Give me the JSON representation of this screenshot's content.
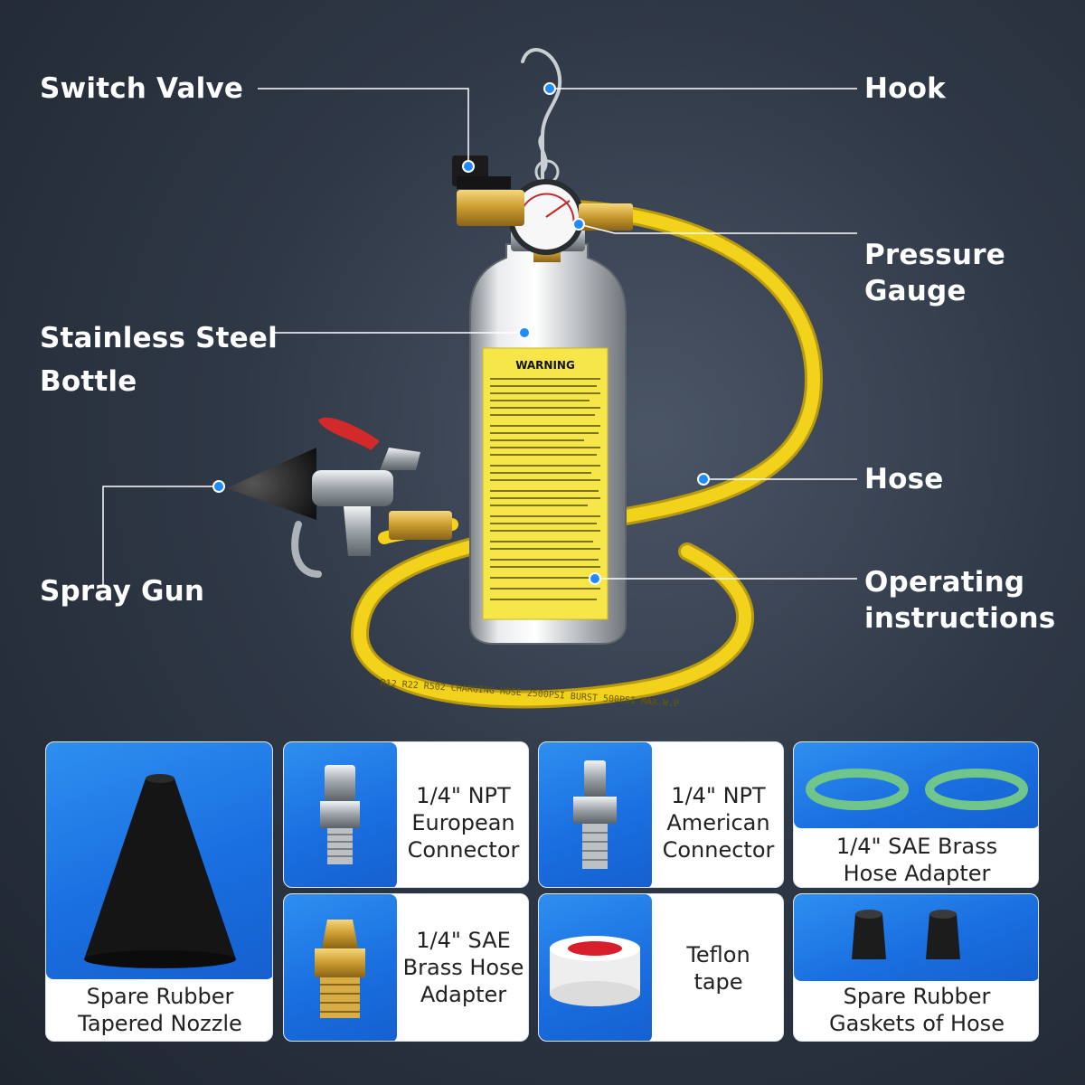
{
  "callouts": {
    "switch_valve": "Switch Valve",
    "hook": "Hook",
    "pressure_gauge_line1": "Pressure",
    "pressure_gauge_line2": "Gauge",
    "bottle_line1": "Stainless Steel",
    "bottle_line2": "Bottle",
    "hose": "Hose",
    "spray_gun": "Spray Gun",
    "instructions_line1": "Operating",
    "instructions_line2": "instructions"
  },
  "product": {
    "warning_label": "WARNING",
    "hose_print": "R12  R22  R502  CHARGING  HOSE  2500PSI  BURST  500PSI  MAX.W.P"
  },
  "accessories": {
    "nozzle": {
      "line1": "Spare Rubber",
      "line2": "Tapered Nozzle"
    },
    "euro_connector": {
      "line1": "1/4\" NPT",
      "line2": "European",
      "line3": "Connector"
    },
    "us_connector": {
      "line1": "1/4\" NPT",
      "line2": "American",
      "line3": "Connector"
    },
    "sae_hose_adapter": {
      "line1": "1/4\" SAE Brass",
      "line2": "Hose Adapter"
    },
    "sae_brass_adapter": {
      "line1": "1/4\" SAE",
      "line2": "Brass Hose",
      "line3": "Adapter"
    },
    "teflon": {
      "line1": "Teflon",
      "line2": "tape"
    },
    "gaskets": {
      "line1": "Spare Rubber",
      "line2": "Gaskets of Hose"
    }
  },
  "colors": {
    "background": "#2f3846",
    "accent_blue": "#1a6fe0",
    "hose_yellow": "#f2d21b",
    "label_yellow": "#f6e64a",
    "callout_dot": "#1e8bff"
  }
}
